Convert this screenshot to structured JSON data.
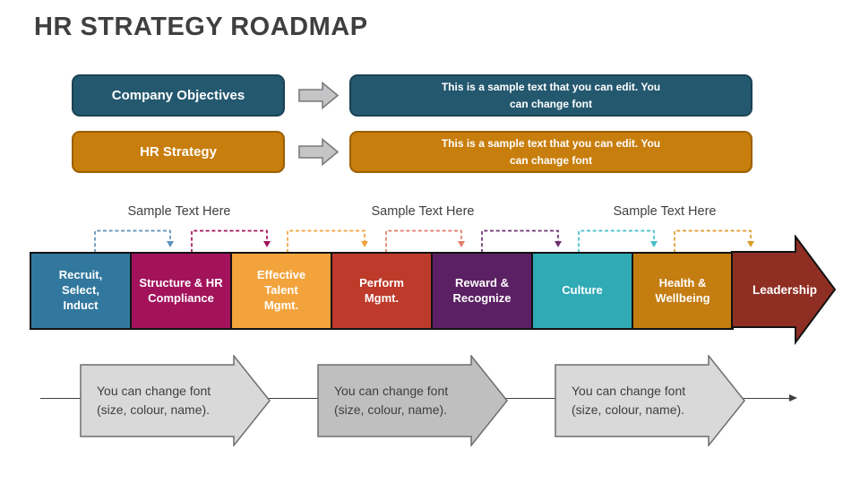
{
  "title": "HR STRATEGY ROADMAP",
  "title_color": "#3F3F3F",
  "flow_rows": [
    {
      "label": "Company Objectives",
      "description": "This is a sample text that you can edit. You\ncan change font",
      "fill": "#24586F",
      "border": "#1B4254"
    },
    {
      "label": "HR Strategy",
      "description": "This is a sample text that you can edit. You\ncan change font",
      "fill": "#C87E0D",
      "border": "#9A6005"
    }
  ],
  "connector_arrow": {
    "fill": "#C5C5C7",
    "border": "#7A7A7A"
  },
  "sample_labels": [
    "Sample Text Here",
    "Sample Text Here",
    "Sample Text Here"
  ],
  "roadmap": {
    "segments": [
      {
        "label": "Recruit,\nSelect,\nInduct",
        "color": "#32789E"
      },
      {
        "label": "Structure & HR\nCompliance",
        "color": "#A2135C"
      },
      {
        "label": "Effective\nTalent\nMgmt.",
        "color": "#F2A33C"
      },
      {
        "label": "Perform\nMgmt.",
        "color": "#BE3A2B"
      },
      {
        "label": "Reward &\nRecognize",
        "color": "#5B2063"
      },
      {
        "label": "Culture",
        "color": "#30AAB5"
      },
      {
        "label": "Health &\nWellbeing",
        "color": "#C47D10"
      },
      {
        "label": "Leadership",
        "color": "#8F2F23"
      }
    ],
    "connector_colors": [
      "#5C90B8",
      "#A2135C",
      "#F2A33C",
      "#DE7D69",
      "#6C3172",
      "#45BFC9",
      "#DC9B2D"
    ]
  },
  "bottom_arrows": [
    {
      "text": "You can change font\n(size, colour, name).",
      "fill": "#D9D9D9"
    },
    {
      "text": "You can change font\n(size, colour, name).",
      "fill": "#BFBFBF"
    },
    {
      "text": "You can change font\n(size, colour, name).",
      "fill": "#D9D9D9"
    }
  ],
  "bottom_arrow_border": "#6E6E6E",
  "timeline_color": "#3F3F3F"
}
